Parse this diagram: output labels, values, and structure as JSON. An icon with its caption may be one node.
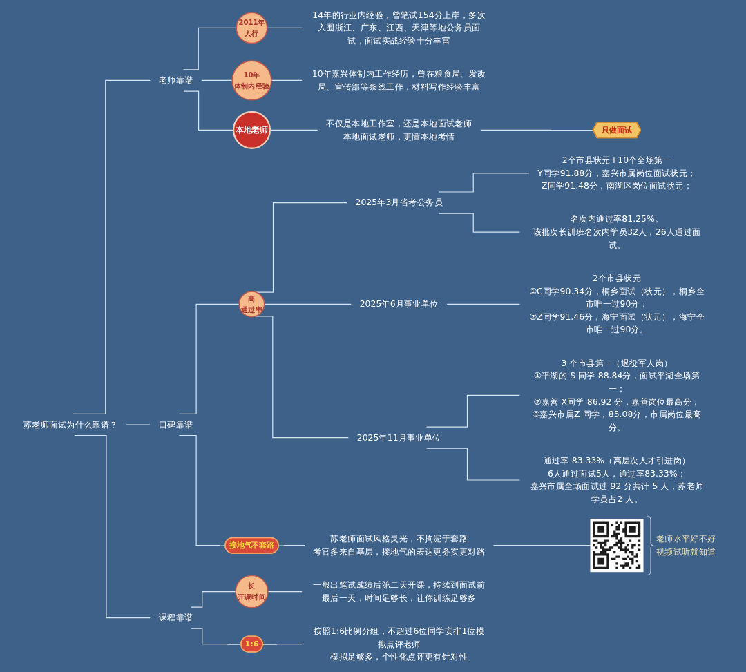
{
  "diagram": {
    "nodes": [
      {
        "text": [
          "苏老师面试为什么靠谱？"
        ]
      },
      {
        "text": [
          "老师靠谱"
        ]
      },
      {
        "text": [
          "2011年",
          "入行"
        ]
      },
      {
        "text": [
          "14年的行业内经验，曾笔试154分上岸，多次入围浙江、广东、江西、天津等地公务员面试，面试实战经验十分丰富"
        ]
      },
      {
        "text": [
          "10年",
          "体制内经验"
        ]
      },
      {
        "text": [
          "10年嘉兴体制内工作经历，曾在粮食局、发改局、宣传部等条线工作，材料写作经验丰富"
        ]
      },
      {
        "text": [
          "本地老师"
        ]
      },
      {
        "text": [
          "不仅是本地工作室，还是本地面试老师",
          "本地面试老师，更懂本地考情"
        ]
      },
      {
        "text": [
          "只做面试"
        ]
      },
      {
        "text": [
          "口碑靠谱"
        ]
      },
      {
        "text": [
          "高",
          "通过率"
        ]
      },
      {
        "text": [
          "2025年3月省考公务员"
        ]
      },
      {
        "text": [
          "2个市县状元+10个全场第一",
          "Y同学91.88分，嘉兴市属岗位面试状元；",
          "Z同学91.48分，南湖区岗位面试状元；"
        ]
      },
      {
        "text": [
          "名次内通过率81.25%。",
          "该批次长训班名次内学员32人，26人通过面试。"
        ]
      },
      {
        "text": [
          "2025年6月事业单位"
        ]
      },
      {
        "text": [
          "2个市县状元",
          "①C同学90.34分，桐乡面试（状元），桐乡全市唯一过90分；",
          "②Z同学91.46分，海宁面试（状元），海宁全市唯一过90分。"
        ]
      },
      {
        "text": [
          "2025年11月事业单位"
        ]
      },
      {
        "text": [
          "3 个市县第一（退役军人岗）",
          "①平湖的 S 同学 88.84分，面试平湖全场第一；",
          "②嘉善 X同学 86.92 分，嘉善岗位最高分；",
          "③嘉兴市属Z 同学，85.08分，市属岗位最高分。"
        ]
      },
      {
        "text": [
          "通过率 83.33%（高层次人才引进岗）",
          "6人通过面试5人，通过率83.33%；",
          "嘉兴市属全场面试过 92 分共计 5 人，苏老师学员占2 人。"
        ]
      },
      {
        "text": [
          "接地气不套路"
        ]
      },
      {
        "text": [
          "苏老师面试风格灵光，不拘泥于套路",
          "考官多来自基层，接地气的表达更务实更对路"
        ]
      },
      {
        "text": [],
        "shape": "picture",
        "beside": [
          "老师水平好不好视频试听就知道"
        ]
      },
      {
        "text": [
          "课程靠谱"
        ]
      },
      {
        "text": [
          "长",
          "开课时间"
        ]
      },
      {
        "text": [
          "一般出笔试成绩后第二天开课，持续到面试前最后一天，时间足够长，让你训练足够多"
        ]
      },
      {
        "text": [
          "1:6"
        ]
      },
      {
        "text": [
          "按照1:6比例分组，不超过6位同学安排1位模拟点评老师",
          "模拟足够多，个性化点评更有针对性"
        ]
      }
    ],
    "edges": [
      {
        "from": 0,
        "to": 1,
        "arrow": "none"
      },
      {
        "from": 1,
        "to": 2,
        "arrow": "none"
      },
      {
        "from": 2,
        "to": 3,
        "arrow": "none"
      },
      {
        "from": 1,
        "to": 4,
        "arrow": "none"
      },
      {
        "from": 4,
        "to": 5,
        "arrow": "none"
      },
      {
        "from": 1,
        "to": 6,
        "arrow": "none"
      },
      {
        "from": 6,
        "to": 7,
        "arrow": "none"
      },
      {
        "from": 7,
        "to": 8,
        "arrow": "none"
      },
      {
        "from": 0,
        "to": 9,
        "arrow": "none"
      },
      {
        "from": 9,
        "to": 10,
        "arrow": "none"
      },
      {
        "from": 10,
        "to": 11,
        "arrow": "none"
      },
      {
        "from": 11,
        "to": 12,
        "arrow": "none"
      },
      {
        "from": 11,
        "to": 13,
        "arrow": "none"
      },
      {
        "from": 10,
        "to": 14,
        "arrow": "none"
      },
      {
        "from": 14,
        "to": 15,
        "arrow": "none"
      },
      {
        "from": 10,
        "to": 16,
        "arrow": "none"
      },
      {
        "from": 16,
        "to": 17,
        "arrow": "none"
      },
      {
        "from": 16,
        "to": 18,
        "arrow": "none"
      },
      {
        "from": 9,
        "to": 19,
        "arrow": "none"
      },
      {
        "from": 19,
        "to": 20,
        "arrow": "none"
      },
      {
        "from": 20,
        "to": 21,
        "arrow": "none"
      },
      {
        "from": 0,
        "to": 22,
        "arrow": "none"
      },
      {
        "from": 22,
        "to": 23,
        "arrow": "none"
      },
      {
        "from": 23,
        "to": 24,
        "arrow": "none"
      },
      {
        "from": 22,
        "to": 25,
        "arrow": "none"
      },
      {
        "from": 25,
        "to": 26,
        "arrow": "none"
      }
    ]
  }
}
